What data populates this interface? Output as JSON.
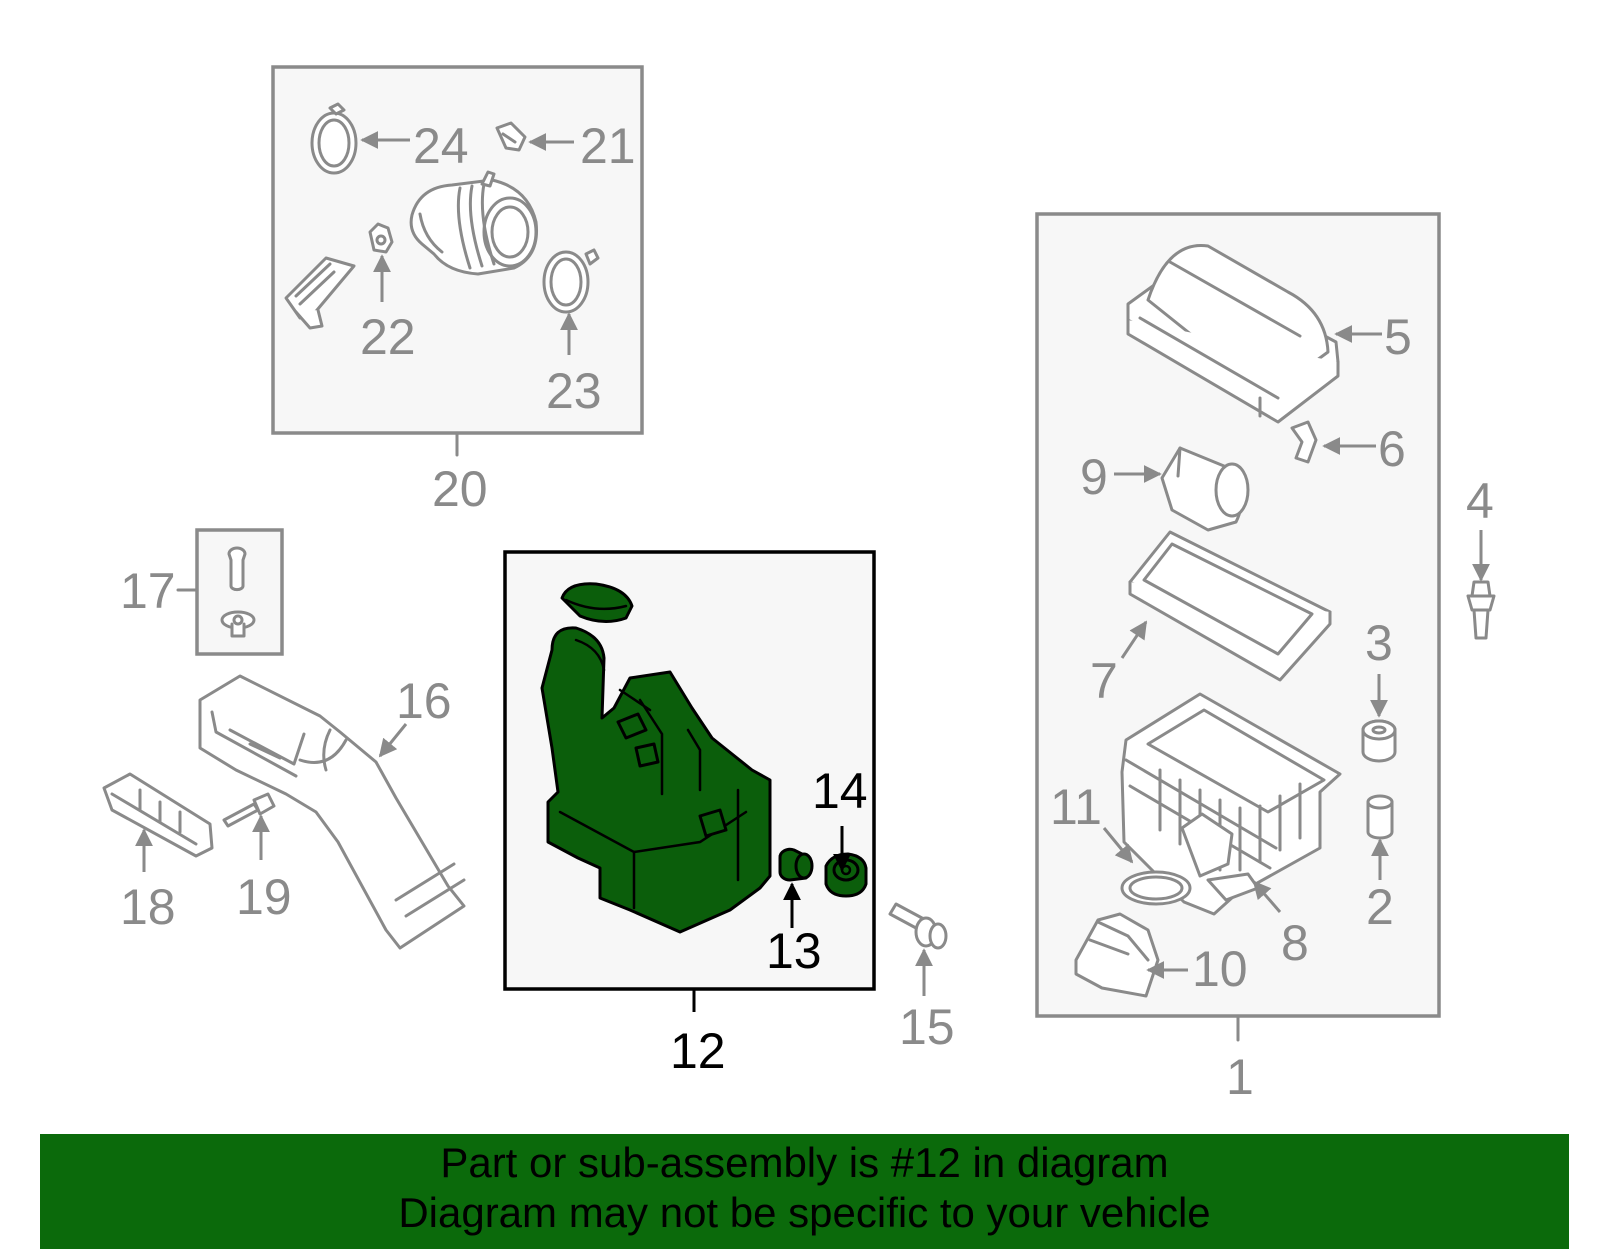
{
  "colors": {
    "highlight": "#0b5e0b",
    "banner": "#0b6a0b",
    "grey": "#8a8a8a"
  },
  "callouts": {
    "c1": "1",
    "c2": "2",
    "c3": "3",
    "c4": "4",
    "c5": "5",
    "c6": "6",
    "c7": "7",
    "c8": "8",
    "c9": "9",
    "c10": "10",
    "c11": "11",
    "c12": "12",
    "c13": "13",
    "c14": "14",
    "c15": "15",
    "c16": "16",
    "c17": "17",
    "c18": "18",
    "c19": "19",
    "c20": "20",
    "c21": "21",
    "c22": "22",
    "c23": "23",
    "c24": "24"
  },
  "highlighted_part": "12",
  "banner": {
    "line1": "Part or sub-assembly is #12 in diagram",
    "line2": "Diagram may not be specific to your vehicle"
  }
}
